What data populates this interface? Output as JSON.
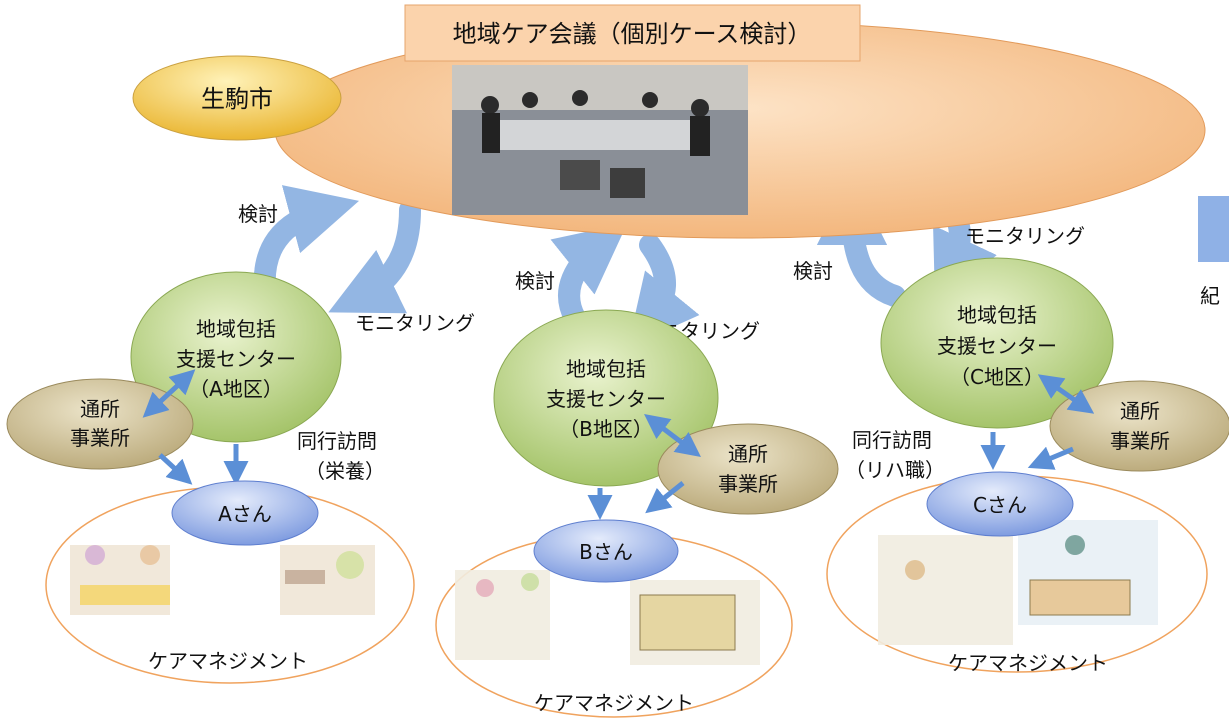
{
  "title": "地域ケア会議（個別ケース検討）",
  "city": "生駒市",
  "side_cut_label": "紀",
  "centers": [
    {
      "line1": "地域包括",
      "line2": "支援センター",
      "line3": "（A地区）"
    },
    {
      "line1": "地域包括",
      "line2": "支援センター",
      "line3": "（B地区）"
    },
    {
      "line1": "地域包括",
      "line2": "支援センター",
      "line3": "（C地区）"
    }
  ],
  "offices": [
    {
      "line1": "通所",
      "line2": "事業所"
    },
    {
      "line1": "通所",
      "line2": "事業所"
    },
    {
      "line1": "通所",
      "line2": "事業所"
    }
  ],
  "persons": [
    "Aさん",
    "Bさん",
    "Cさん"
  ],
  "care_management": [
    "ケアマネジメント",
    "ケアマネジメント",
    "ケアマネジメント"
  ],
  "arrow_labels": {
    "kentou_a": "検討",
    "monitoring_a": "モニタリング",
    "kentou_b": "検討",
    "monitoring_b": "モニタリング",
    "kentou_c": "検討",
    "monitoring_c": "モニタリング"
  },
  "visit_a": {
    "line1": "同行訪問",
    "line2": "（栄養）"
  },
  "visit_c": {
    "line1": "同行訪問",
    "line2": "（リハ職）"
  },
  "colors": {
    "meeting_fill": "#f6c28f",
    "center_fill": "#b9d37d",
    "office_fill": "#cbbd93",
    "person_fill": "#9db2e6",
    "city_fill": "#f2c94c",
    "arrow": "#5b8fd6",
    "big_arrow": "#93b6e3",
    "ring": "#f0a35e"
  }
}
